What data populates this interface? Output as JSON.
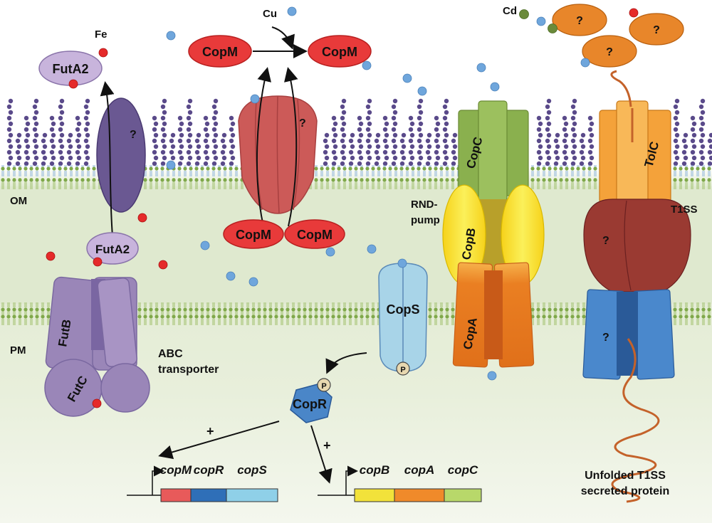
{
  "labels": {
    "fe": "Fe",
    "cu": "Cu",
    "cd": "Cd",
    "om": "OM",
    "pm": "PM",
    "rnd_pump": "RND-\npump",
    "t1ss": "T1SS",
    "abc_transporter": "ABC\ntransporter",
    "unfolded_protein": "Unfolded T1SS\nsecreted protein",
    "plus_left": "+",
    "plus_right": "+",
    "phospho": "P"
  },
  "proteins": {
    "futa2_out": "FutA2",
    "futa2_in": "FutA2",
    "unknown_porin": "?",
    "copm_out_left": "CopM",
    "copm_out_right": "CopM",
    "copm_in_left": "CopM",
    "copm_in_right": "CopM",
    "copm_channel": "?",
    "futb": "FutB",
    "futc": "FutC",
    "copc": "CopC",
    "copb": "CopB",
    "copa": "CopA",
    "cops": "CopS",
    "copr": "CopR",
    "tolc": "TolC",
    "t1ss_mid": "?",
    "t1ss_inner": "?",
    "secreted_1": "?",
    "secreted_2": "?",
    "secreted_3": "?"
  },
  "operons": {
    "left": {
      "genes": [
        "copM",
        "copR",
        "copS"
      ],
      "colors": [
        "#e85a5a",
        "#2f6fb8",
        "#8fd0e8"
      ]
    },
    "right": {
      "genes": [
        "copB",
        "copA",
        "copC"
      ],
      "colors": [
        "#f2e23a",
        "#f08a2a",
        "#b8d86a"
      ]
    }
  },
  "colors": {
    "periplasm": "#e6eed6",
    "membrane_lipid": "#7fa84a",
    "lps": "#5a4a8a",
    "copper": "#6fa6dc",
    "iron": "#e52a2a",
    "cadmium": "#6a8a3a",
    "copm": "#e83a3a",
    "futa2": "#c8b4dc",
    "abc": "#9a86b8",
    "porin": "#6a5892",
    "copm_channel": "#cc5a58",
    "copc": "#8ab04e",
    "copb": "#f2e02a",
    "copa": "#ea7f22",
    "cops": "#a8d4e8",
    "copr": "#4a86c8",
    "tolc": "#f4a23a",
    "t1ss_mid": "#9a3a32",
    "t1ss_inner": "#4a88cc",
    "secreted": "#e8862a",
    "protein_chain": "#c4622a"
  }
}
